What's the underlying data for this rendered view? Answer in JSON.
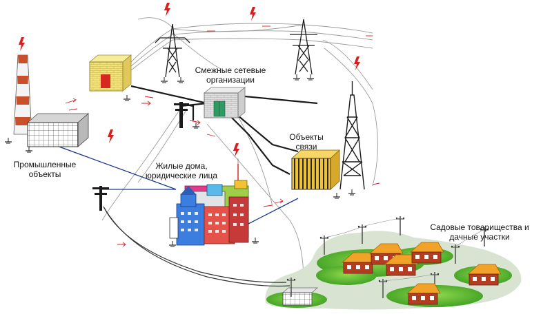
{
  "labels": {
    "adjacent_grid": [
      "Смежные сетевые",
      "организации"
    ],
    "communications": [
      "Объекты",
      "связи"
    ],
    "industrial": [
      "Промышленные",
      "объекты"
    ],
    "residential": [
      "Жилые дома,",
      "юридические лица"
    ],
    "gardens": [
      "Садовые товарищества и",
      "дачные участки"
    ]
  },
  "colors": {
    "power_line": "#1a1a1a",
    "feeder_line": "#1f3c8c",
    "lightning": "#d42020",
    "substation_wall": "#f2e27a",
    "grass": "#55b832"
  }
}
